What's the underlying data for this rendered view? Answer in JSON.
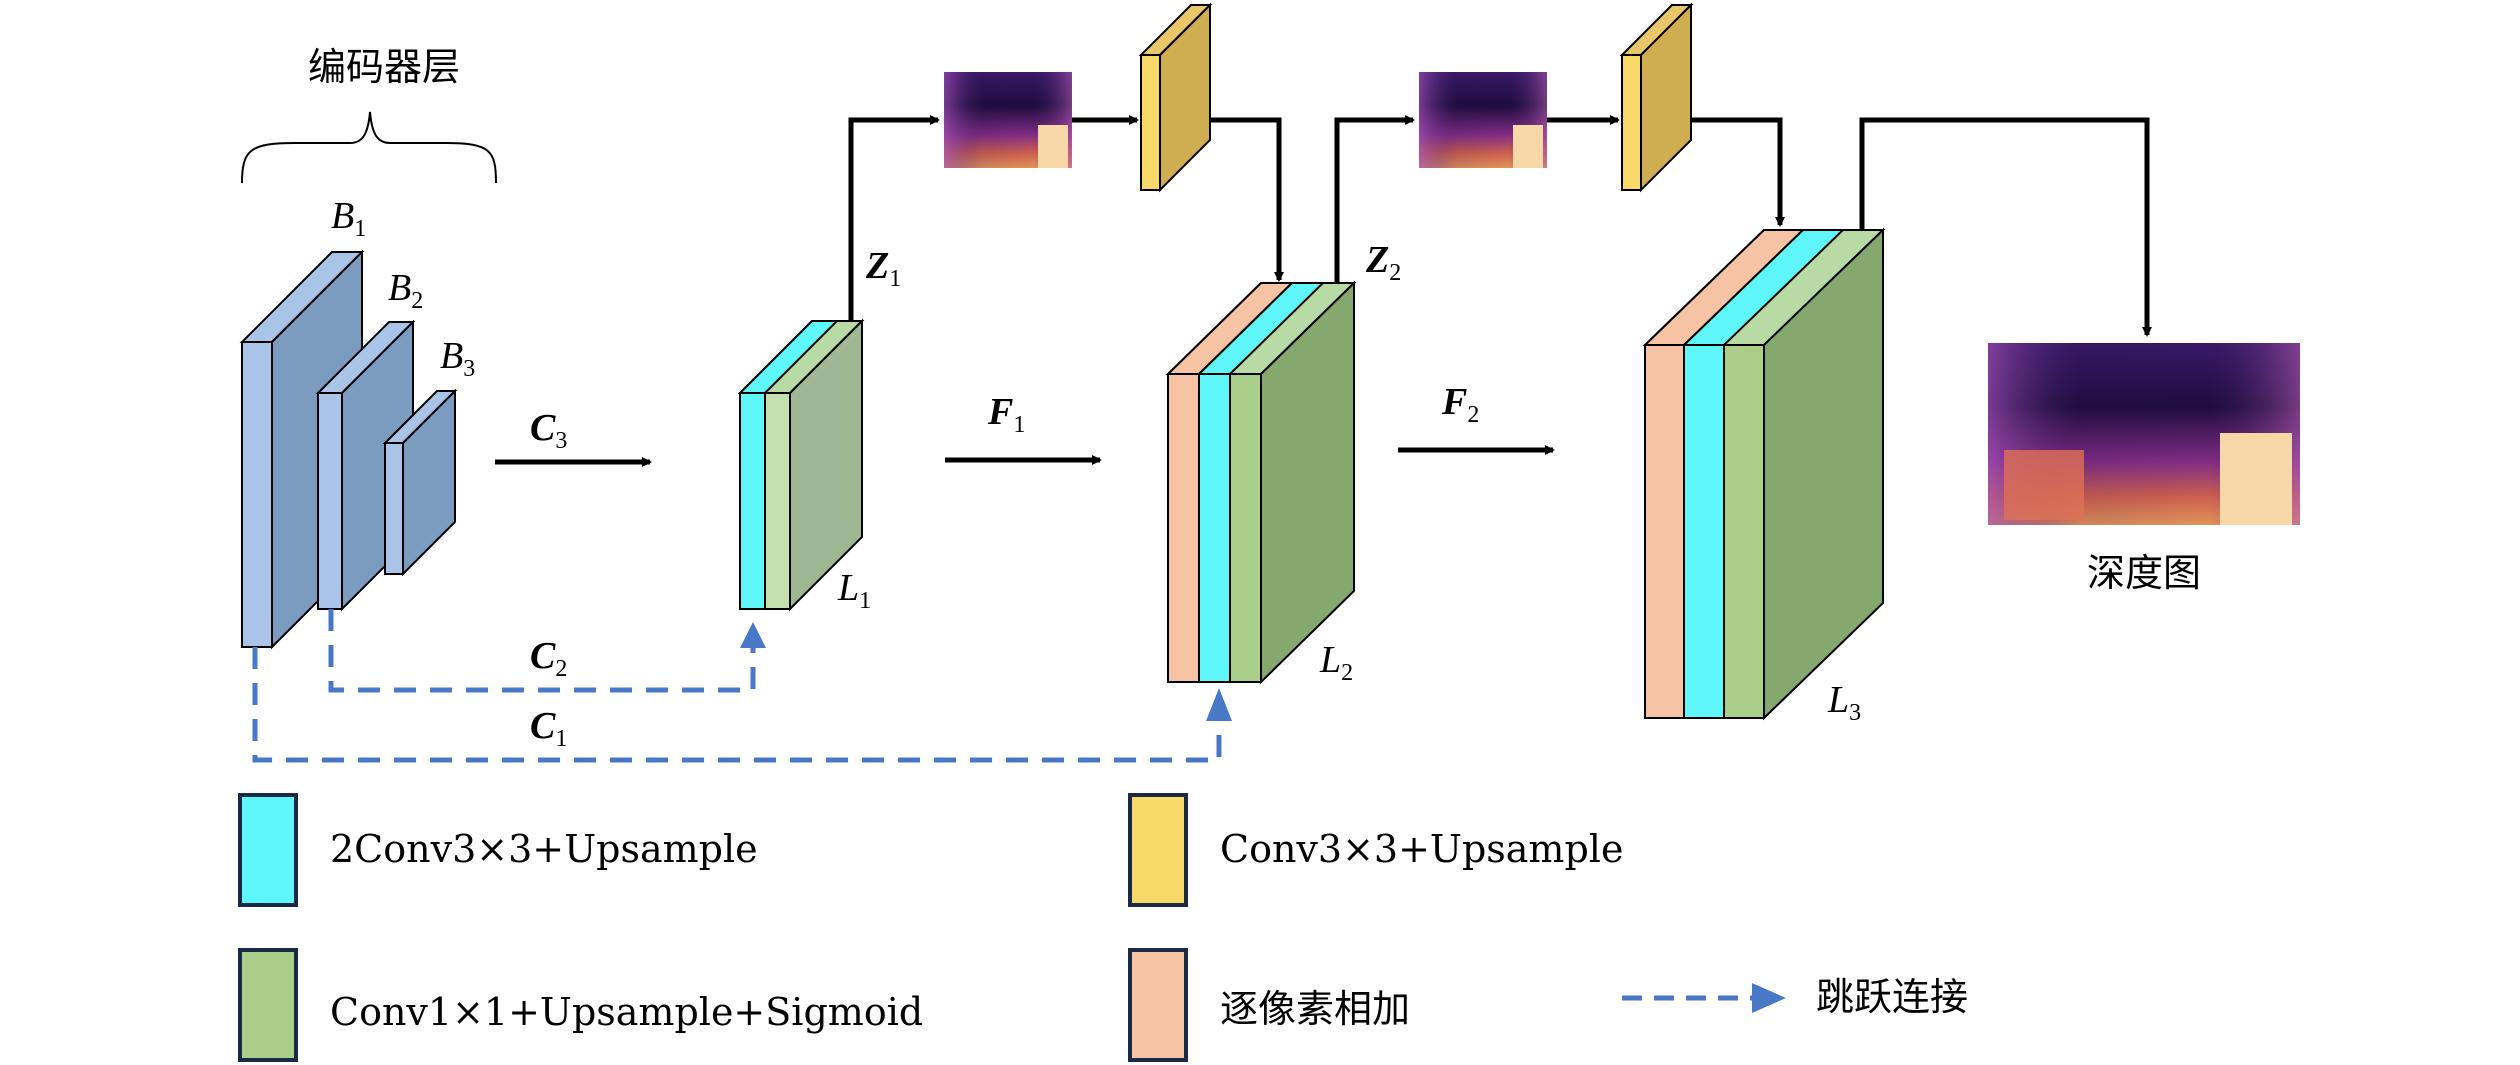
{
  "encoder": {
    "title": "编码器层",
    "blocks": [
      {
        "name": "B",
        "sub": "1"
      },
      {
        "name": "B",
        "sub": "2"
      },
      {
        "name": "B",
        "sub": "3"
      }
    ]
  },
  "arrows": {
    "c3": {
      "name": "C",
      "sub": "3"
    },
    "c2": {
      "name": "C",
      "sub": "2"
    },
    "c1": {
      "name": "C",
      "sub": "1"
    },
    "f1": {
      "name": "F",
      "sub": "1"
    },
    "f2": {
      "name": "F",
      "sub": "2"
    },
    "z1": {
      "name": "Z",
      "sub": "1"
    },
    "z2": {
      "name": "Z",
      "sub": "2"
    }
  },
  "layers": {
    "l1": {
      "name": "L",
      "sub": "1"
    },
    "l2": {
      "name": "L",
      "sub": "2"
    },
    "l3": {
      "name": "L",
      "sub": "3"
    }
  },
  "output": {
    "label": "深度图"
  },
  "legend": {
    "item1": "2Conv3×3+Upsample",
    "item2": "Conv1×1+Upsample+Sigmoid",
    "item3": "Conv3×3+Upsample",
    "item4": "逐像素相加",
    "item5": "跳跃连接"
  },
  "colors": {
    "encoder_front": "#a9c4e6",
    "encoder_side": "#7c9cbf",
    "cyan": "#5ff6f9",
    "light_green": "#a9cf8a",
    "dark_green": "#85a86f",
    "yellow": "#f9d86a",
    "yellow_dark": "#cfae52",
    "peach": "#f6c4a4",
    "skip_blue": "#4a78c8"
  }
}
